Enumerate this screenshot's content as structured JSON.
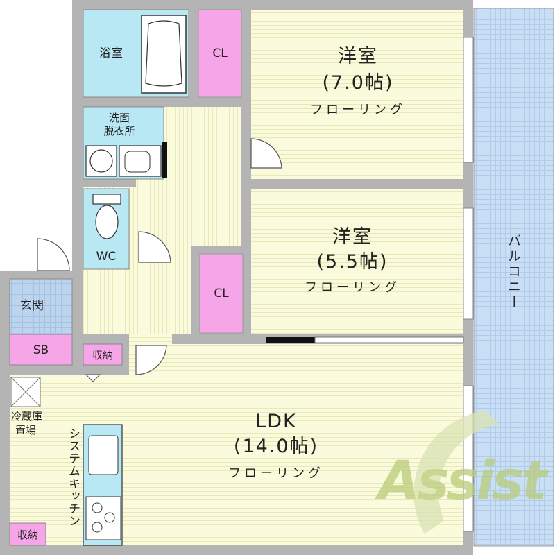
{
  "rooms": {
    "bedroom1": {
      "name": "洋室",
      "size": "(7.0帖)",
      "floor": "フローリング"
    },
    "bedroom2": {
      "name": "洋室",
      "size": "(5.5帖)",
      "floor": "フローリング"
    },
    "ldk": {
      "name": "LDK",
      "size": "(14.0帖)",
      "floor": "フローリング"
    },
    "bath": "浴室",
    "washroom_line1": "洗面",
    "washroom_line2": "脱衣所",
    "wc": "WC",
    "entrance": "玄関",
    "shoe_box": "SB",
    "closet1": "CL",
    "closet2": "CL",
    "storage1": "収納",
    "storage2": "収納",
    "fridge_line1": "冷蔵庫",
    "fridge_line2": "置場",
    "kitchen": "システムキッチン",
    "balcony": "バルコニー"
  },
  "watermark": "Assist",
  "colors": {
    "wall": "#b4b4b4",
    "floor": "#fafadc",
    "floor_line": "#e6e6b4",
    "closet": "#f5a5e8",
    "wet": "#b9e8f5",
    "tile": "#bcd4ee",
    "balcony": "#c9dff5",
    "watermark": "#b9cc7a"
  }
}
